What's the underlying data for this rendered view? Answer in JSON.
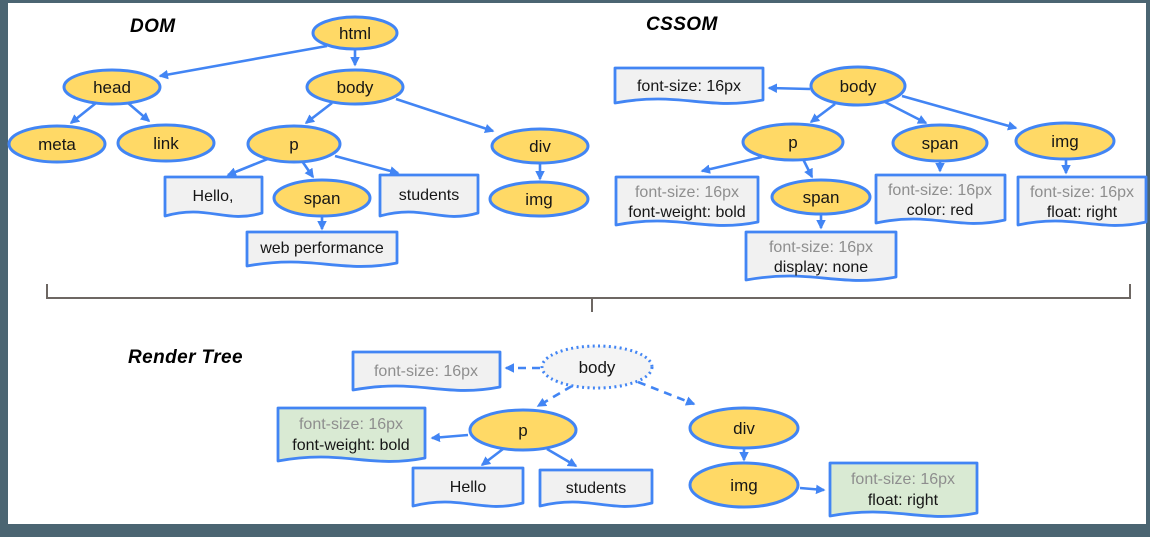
{
  "palette": {
    "accent": "#4285f4",
    "node_fill": "#ffd966",
    "note_fill": "#f1f1f1",
    "green_fill": "#d9ead3",
    "render_body_fill": "#f4f4f4",
    "gray_text": "#8e8e8e",
    "dark_text": "#161616",
    "slate_bg": "#4b6572",
    "divider": "#6d6763"
  },
  "dom": {
    "label": "DOM",
    "nodes": {
      "html": "html",
      "head": "head",
      "body": "body",
      "meta": "meta",
      "link": "link",
      "p": "p",
      "div": "div",
      "span": "span",
      "img": "img"
    },
    "text_nodes": {
      "hello": "Hello,",
      "students": "students",
      "web_performance": "web performance"
    }
  },
  "cssom": {
    "label": "CSSOM",
    "nodes": {
      "body": "body",
      "p": "p",
      "span": "span",
      "img": "img",
      "p_span": "span"
    },
    "notes": {
      "body": {
        "line1": "font-size: 16px"
      },
      "p": {
        "line1": "font-size: 16px",
        "line2": "font-weight: bold"
      },
      "p_span": {
        "line1": "font-size: 16px",
        "line2": "display: none"
      },
      "span": {
        "line1": "font-size: 16px",
        "line2": "color: red"
      },
      "img": {
        "line1": "font-size: 16px",
        "line2": "float: right"
      }
    }
  },
  "render_tree": {
    "label": "Render Tree",
    "nodes": {
      "body": "body",
      "p": "p",
      "div": "div",
      "img": "img"
    },
    "text_nodes": {
      "hello": "Hello",
      "students": "students"
    },
    "notes": {
      "body": {
        "line1": "font-size: 16px"
      },
      "p": {
        "line1": "font-size: 16px",
        "line2": "font-weight: bold"
      },
      "img": {
        "line1": "font-size: 16px",
        "line2": "float: right"
      }
    }
  }
}
